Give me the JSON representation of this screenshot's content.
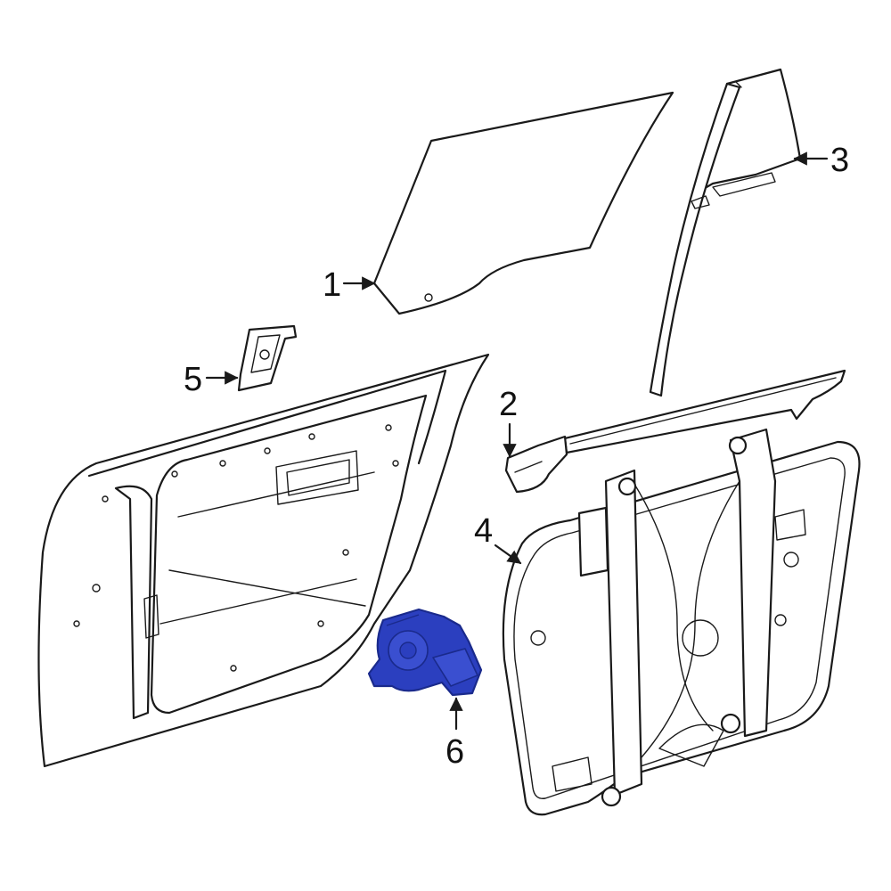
{
  "callouts": [
    {
      "id": "1",
      "label": "1"
    },
    {
      "id": "2",
      "label": "2"
    },
    {
      "id": "3",
      "label": "3"
    },
    {
      "id": "4",
      "label": "4"
    },
    {
      "id": "5",
      "label": "5"
    },
    {
      "id": "6",
      "label": "6"
    }
  ],
  "colors": {
    "line": "#1a1a1a",
    "highlight": "#2b3fbf",
    "highlight_dark": "#1a2a8c",
    "background": "#ffffff"
  }
}
